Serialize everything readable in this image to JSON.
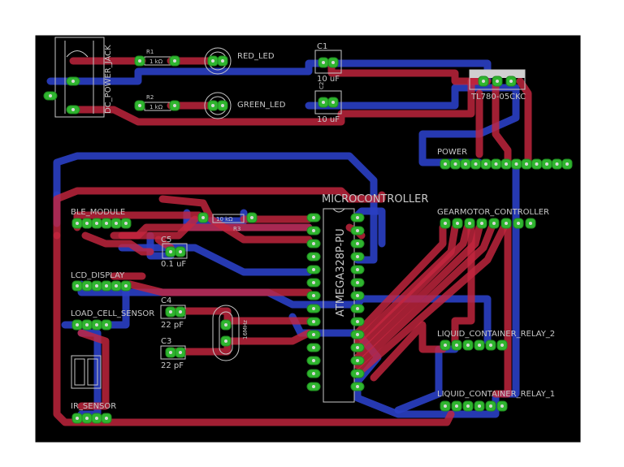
{
  "labels": {
    "dc_power_jack": "DC_POWER_JACK",
    "r1": "R1",
    "r1_value": "1 kΩ",
    "red_led": "RED_LED",
    "r2": "R2",
    "r2_value": "1 kΩ",
    "green_led": "GREEN_LED",
    "c1": "C1",
    "c1_value": "10 uF",
    "c2": "C2",
    "c2_value": "10 uF",
    "regulator": "TL780-05CKC",
    "power": "POWER",
    "microcontroller": "MICROCONTROLLER",
    "mcu_part": "ATMEGA328P-PU",
    "ble_module": "BLE_MODULE",
    "r3": "R3",
    "r3_value": "10 kΩ",
    "gearmotor_controller": "GEARMOTOR_CONTROLLER",
    "c5": "C5",
    "c5_value": "0.1 uF",
    "lcd_display": "LCD_DISPLAY",
    "load_cell_sensor": "LOAD_CELL_SENSOR",
    "c4": "C4",
    "c4_value": "22 pF",
    "crystal": "16MHz",
    "c3": "C3",
    "c3_value": "22 pF",
    "relay2": "LIQUID_CONTAINER_RELAY_2",
    "relay1": "LIQUID_CONTAINER_RELAY_1",
    "ir_sensor": "IR_SENSOR"
  },
  "colors": {
    "board": "#000000",
    "top_copper": "#c5263e",
    "bottom_copper": "#2a3fc4",
    "pad": "#2fb52f",
    "silkscreen": "#c8c8c8"
  }
}
